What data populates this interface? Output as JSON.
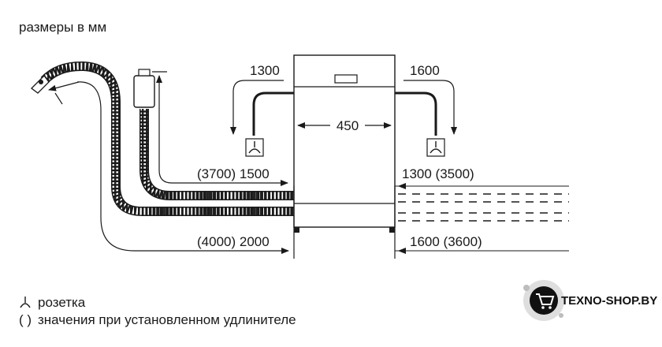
{
  "title": "размеры в мм",
  "dimensions": {
    "cable_left": "1300",
    "cable_right": "1600",
    "width": "450",
    "inlet_hose_left": "(3700) 1500",
    "inlet_hose_right": "1300 (3500)",
    "drain_hose_left": "(4000) 2000",
    "drain_hose_right": "1600 (3600)"
  },
  "legend": {
    "socket_symbol": "⅄",
    "socket_label": "розетка",
    "parens_symbol": "( )",
    "parens_label": "значения при установленном удлинителе"
  },
  "watermark": {
    "text": "TEXNO-SHOP.BY",
    "icon": "shopping-cart-icon"
  }
}
